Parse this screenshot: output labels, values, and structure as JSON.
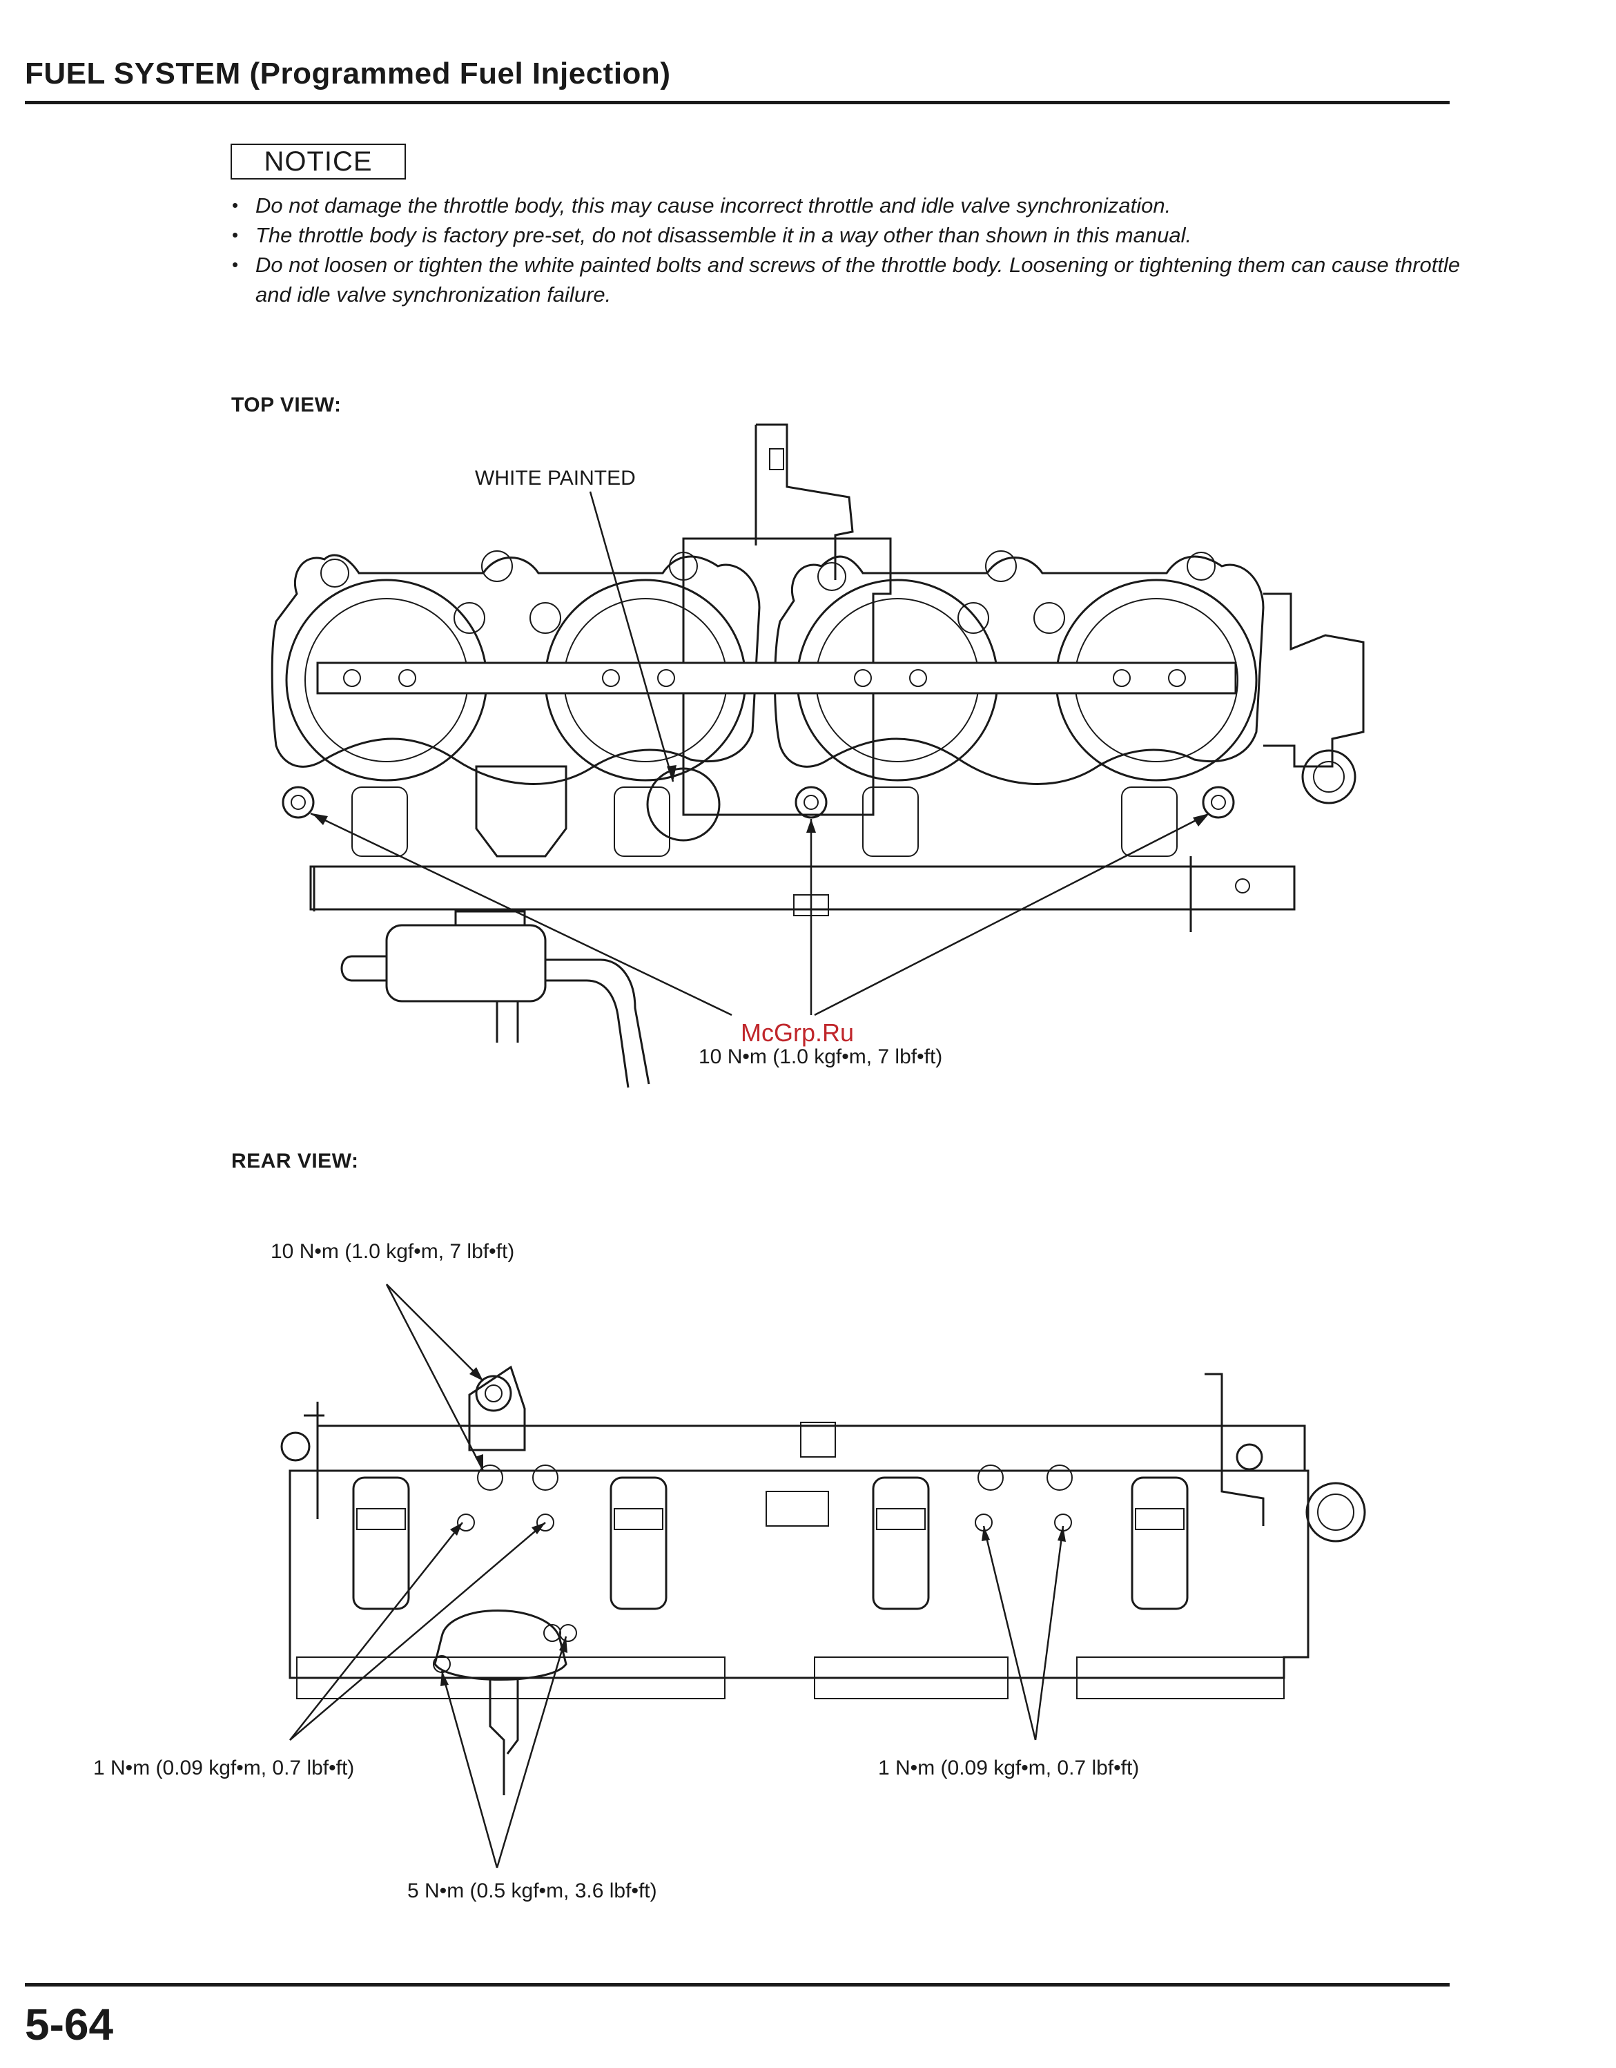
{
  "header": {
    "title": "FUEL SYSTEM (Programmed Fuel Injection)"
  },
  "notice": {
    "label": "NOTICE",
    "items": [
      "Do not damage the throttle body, this may cause incorrect throttle and idle valve synchronization.",
      "The throttle body is factory pre-set, do not disassemble it in a way other than shown in this manual.",
      "Do not loosen or tighten the white painted bolts and screws of the throttle body. Loosening or tightening them can cause throttle and idle valve synchronization failure."
    ]
  },
  "top_view": {
    "label": "TOP VIEW:",
    "white_painted": "WHITE PAINTED",
    "torque": "10 N•m (1.0 kgf•m, 7 lbf•ft)"
  },
  "watermark": "McGrp.Ru",
  "rear_view": {
    "label": "REAR VIEW:",
    "torque_top": "10 N•m (1.0 kgf•m, 7 lbf•ft)",
    "torque_left": "1 N•m (0.09 kgf•m, 0.7 lbf•ft)",
    "torque_right": "1 N•m (0.09 kgf•m, 0.7 lbf•ft)",
    "torque_bottom": "5 N•m (0.5 kgf•m, 3.6 lbf•ft)"
  },
  "footer": {
    "page_number": "5-64"
  }
}
